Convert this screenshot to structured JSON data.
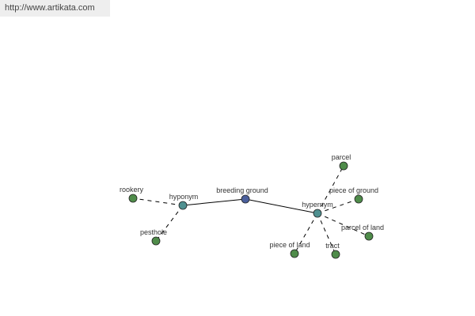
{
  "watermark": "http://www.artikata.com",
  "colors": {
    "center_node": "#4b5f9c",
    "hub_node": "#4f9090",
    "leaf_node": "#4f8c4a",
    "node_stroke": "#222222",
    "edge": "#000000"
  },
  "nodes": [
    {
      "id": "center",
      "label": "breeding ground",
      "kind": "center"
    },
    {
      "id": "hyponym",
      "label": "hyponym",
      "kind": "hub"
    },
    {
      "id": "hypernym",
      "label": "hypernym",
      "kind": "hub"
    },
    {
      "id": "rookery",
      "label": "rookery",
      "kind": "leaf"
    },
    {
      "id": "pesthole",
      "label": "pesthole",
      "kind": "leaf"
    },
    {
      "id": "parcel",
      "label": "parcel",
      "kind": "leaf"
    },
    {
      "id": "piece-of-ground",
      "label": "piece of ground",
      "kind": "leaf"
    },
    {
      "id": "parcel-of-land",
      "label": "parcel of land",
      "kind": "leaf"
    },
    {
      "id": "tract",
      "label": "tract",
      "kind": "leaf"
    },
    {
      "id": "piece-of-land",
      "label": "piece of land",
      "kind": "leaf"
    }
  ],
  "edges": [
    {
      "from": "center",
      "to": "hyponym",
      "style": "solid"
    },
    {
      "from": "center",
      "to": "hypernym",
      "style": "solid"
    },
    {
      "from": "hyponym",
      "to": "rookery",
      "style": "dashed"
    },
    {
      "from": "hyponym",
      "to": "pesthole",
      "style": "dashed"
    },
    {
      "from": "hypernym",
      "to": "parcel",
      "style": "dashed"
    },
    {
      "from": "hypernym",
      "to": "piece-of-ground",
      "style": "dashed"
    },
    {
      "from": "hypernym",
      "to": "parcel-of-land",
      "style": "dashed"
    },
    {
      "from": "hypernym",
      "to": "tract",
      "style": "dashed"
    },
    {
      "from": "hypernym",
      "to": "piece-of-land",
      "style": "dashed"
    }
  ]
}
